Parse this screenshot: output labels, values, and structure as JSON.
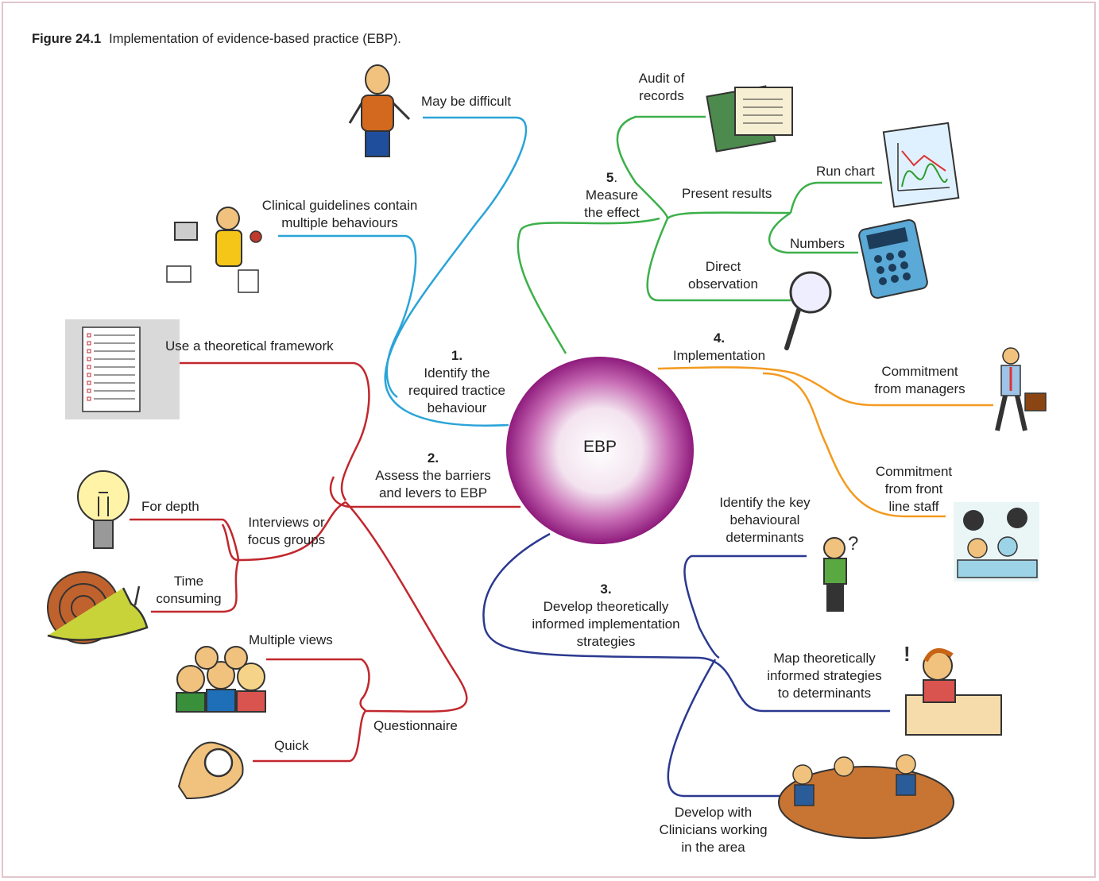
{
  "caption": {
    "figure": "Figure 24.1",
    "text": "Implementation of evidence-based practice (EBP)."
  },
  "center": "EBP",
  "branches": {
    "b1": {
      "num": "1.",
      "l1": "Identify the",
      "l2": "required tractice",
      "l3": "behaviour"
    },
    "b2": {
      "num": "2.",
      "l1": "Assess the barriers",
      "l2": "and levers to EBP"
    },
    "b3": {
      "num": "3.",
      "l1": "Develop theoretically",
      "l2": "informed implementation",
      "l3": "strategies"
    },
    "b4": {
      "num": "4.",
      "l1": "Implementation"
    },
    "b5": {
      "num": "5",
      "dot": ".",
      "l1": "Measure",
      "l2": "the effect"
    }
  },
  "leaves": {
    "may_be_difficult": "May be difficult",
    "clinical_1": "Clinical guidelines contain",
    "clinical_2": "multiple behaviours",
    "theoretical": "Use a theoretical framework",
    "for_depth": "For depth",
    "interviews_1": "Interviews or",
    "interviews_2": "focus groups",
    "time_1": "Time",
    "time_2": "consuming",
    "multiple_views": "Multiple views",
    "questionnaire": "Questionnaire",
    "quick": "Quick",
    "audit_1": "Audit of",
    "audit_2": "records",
    "present_results": "Present results",
    "run_chart": "Run chart",
    "numbers": "Numbers",
    "direct_1": "Direct",
    "direct_2": "observation",
    "managers_1": "Commitment",
    "managers_2": "from managers",
    "frontline_1": "Commitment",
    "frontline_2": "from front",
    "frontline_3": "line staff",
    "key_1": "Identify the key",
    "key_2": "behavioural",
    "key_3": "determinants",
    "map_1": "Map theoretically",
    "map_2": "informed strategies",
    "map_3": "to determinants",
    "clin_1": "Develop with",
    "clin_2": "Clinicians working",
    "clin_3": "in the area"
  },
  "colors": {
    "blue": "#2aa4d8",
    "green": "#3cb04a",
    "red": "#c1272d",
    "orange": "#f39a1e",
    "navy": "#2b3990",
    "sphere": "#8e1b7c"
  }
}
